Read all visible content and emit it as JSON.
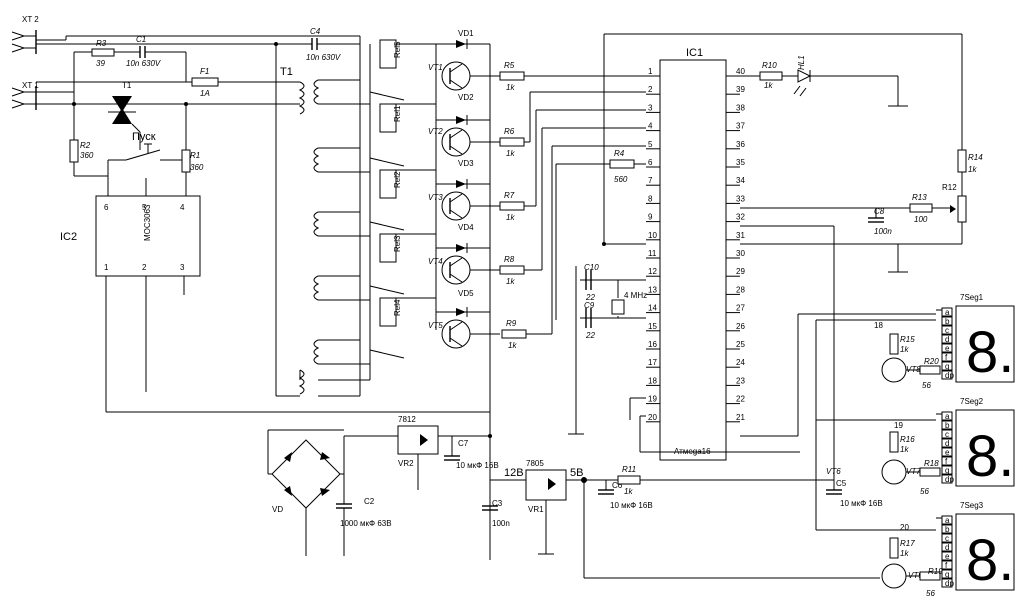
{
  "schematic": {
    "connectors": {
      "xt2": "XT 2",
      "xt1": "XT 1"
    },
    "resistors": {
      "r1": {
        "name": "R1",
        "value": "360"
      },
      "r2": {
        "name": "R2",
        "value": "360"
      },
      "r3": {
        "name": "R3",
        "value": "39"
      },
      "r4": {
        "name": "R4",
        "value": "560"
      },
      "r5": {
        "name": "R5",
        "value": "1k"
      },
      "r6": {
        "name": "R6",
        "value": "1k"
      },
      "r7": {
        "name": "R7",
        "value": "1k"
      },
      "r8": {
        "name": "R8",
        "value": "1k"
      },
      "r9": {
        "name": "R9",
        "value": "1k"
      },
      "r10": {
        "name": "R10",
        "value": "1k"
      },
      "r11": {
        "name": "R11",
        "value": "1k"
      },
      "r12": {
        "name": "R12"
      },
      "r13": {
        "name": "R13",
        "value": "100"
      },
      "r14": {
        "name": "R14",
        "value": "1k"
      },
      "r15": {
        "name": "R15",
        "value": "1k"
      },
      "r16": {
        "name": "R16",
        "value": "1k"
      },
      "r17": {
        "name": "R17",
        "value": "1k"
      },
      "r18": {
        "name": "R18",
        "value": "56"
      },
      "r19": {
        "name": "R19",
        "value": "56"
      },
      "r20": {
        "name": "R20",
        "value": "56"
      }
    },
    "capacitors": {
      "c1": {
        "name": "C1",
        "value": "10n 630V"
      },
      "c2": {
        "name": "C2",
        "value": "1000 мкФ 63В"
      },
      "c3": {
        "name": "C3",
        "value": "100n"
      },
      "c4": {
        "name": "C4",
        "value": "10n 630V"
      },
      "c5": {
        "name": "C5",
        "value": "10 мкФ 16В"
      },
      "c6": {
        "name": "C6",
        "value": "10 мкФ 16В"
      },
      "c7": {
        "name": "C7",
        "value": "10 мкФ 16В"
      },
      "c8": {
        "name": "C8",
        "value": "100n"
      },
      "c9": {
        "name": "C9",
        "value": "22"
      },
      "c10": {
        "name": "C10",
        "value": "22"
      }
    },
    "fuse": {
      "name": "F1",
      "value": "1A"
    },
    "triac": "T1",
    "transformer": "T1",
    "button": "Пуск",
    "optocoupler": {
      "name": "IC2",
      "part": "MOC3063",
      "pins": [
        "6",
        "5",
        "4",
        "1",
        "2",
        "3"
      ]
    },
    "relays": [
      "Rel5",
      "Rel1",
      "Rel2",
      "Rel3",
      "Rel4"
    ],
    "transistors": [
      "VT1",
      "VT2",
      "VT3",
      "VT4",
      "VT5",
      "VT6",
      "VT7",
      "VT8",
      "VT9"
    ],
    "diodes": [
      "VD1",
      "VD2",
      "VD3",
      "VD4",
      "VD5"
    ],
    "bridge": "VD",
    "led": "HL1",
    "crystal": "4 MHz",
    "regulators": {
      "vr1": {
        "name": "VR1",
        "part": "7805"
      },
      "vr2": {
        "name": "VR2",
        "part": "7812"
      }
    },
    "voltages": {
      "v12": "12В",
      "v5": "5В"
    },
    "mcu": {
      "name": "IC1",
      "part": "Атмеga16",
      "left_pins": [
        "1",
        "2",
        "3",
        "4",
        "5",
        "6",
        "7",
        "8",
        "9",
        "10",
        "11",
        "12",
        "13",
        "14",
        "15",
        "16",
        "17",
        "18",
        "19",
        "20"
      ],
      "right_pins": [
        "40",
        "39",
        "38",
        "37",
        "36",
        "35",
        "34",
        "33",
        "32",
        "31",
        "30",
        "29",
        "28",
        "27",
        "26",
        "25",
        "24",
        "23",
        "22",
        "21"
      ]
    },
    "displays": [
      {
        "name": "7Seg1",
        "digit": "18"
      },
      {
        "name": "7Seg2",
        "digit": "19"
      },
      {
        "name": "7Seg3",
        "digit": "20"
      }
    ],
    "segments": [
      "a",
      "b",
      "c",
      "d",
      "e",
      "f",
      "g",
      "dp"
    ],
    "seg_glyph": "8."
  }
}
